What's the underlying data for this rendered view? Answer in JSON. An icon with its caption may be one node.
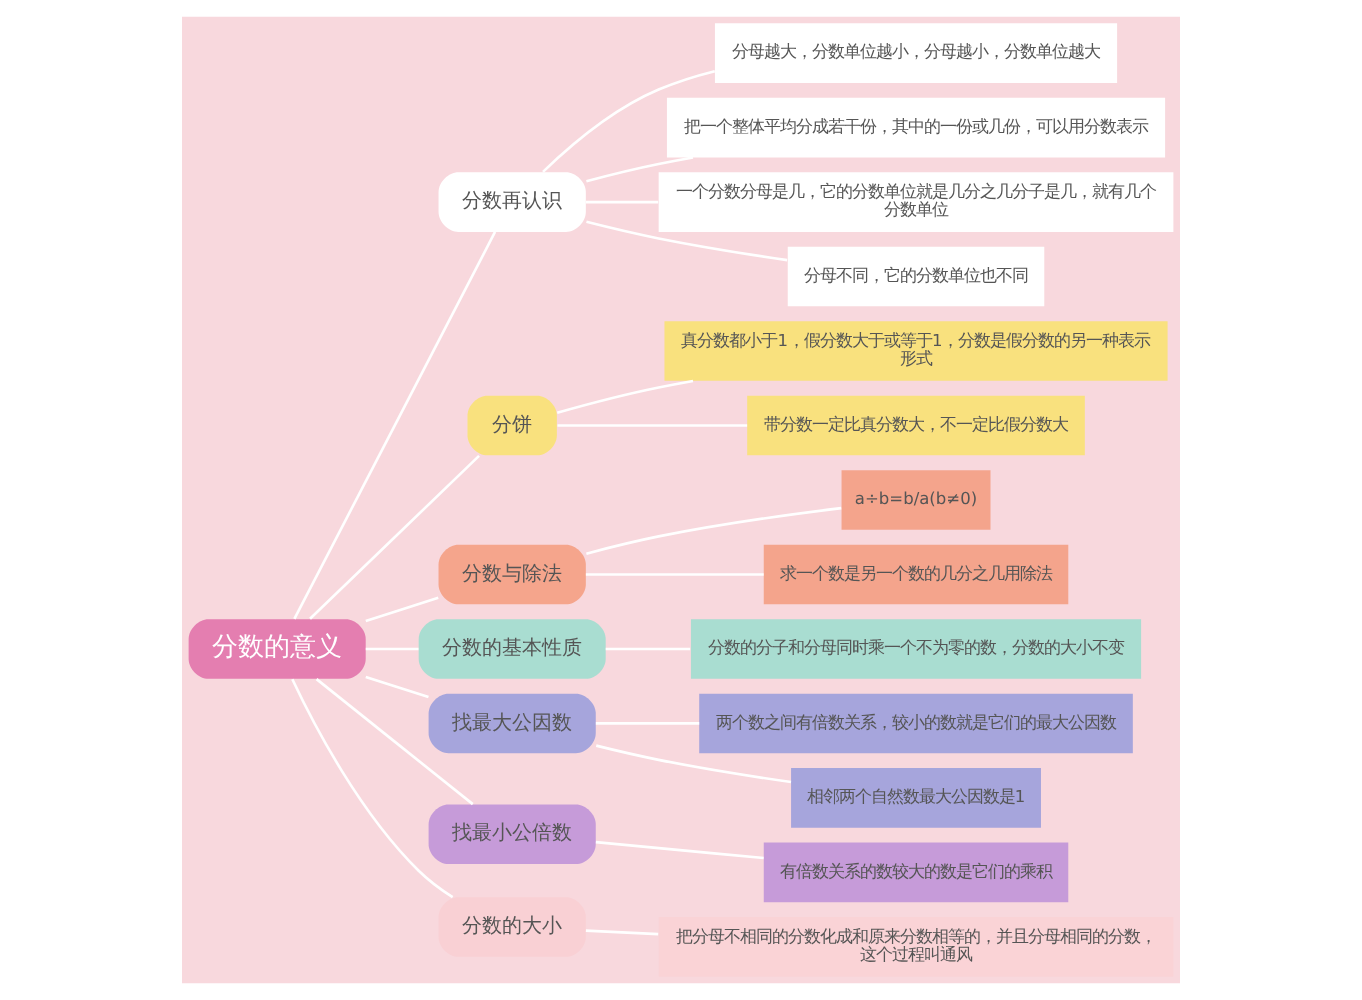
{
  "diagram": {
    "nodes": [
      {
        "text": [
          "分数的意义"
        ]
      },
      {
        "text": [
          "分数再认识"
        ]
      },
      {
        "text": [
          "分母越大，分数单位越小，分母越小，分数单位越大"
        ]
      },
      {
        "text": [
          "把一个整体平均分成若干份，其中的一份或几份，可以用分数表示"
        ]
      },
      {
        "text": [
          "一个分数分母是几，它的分数单位就是几分之几分子是几，就有几个分数单位"
        ]
      },
      {
        "text": [
          "分母不同，它的分数单位也不同"
        ]
      },
      {
        "text": [
          "分饼"
        ]
      },
      {
        "text": [
          "真分数都小于1，假分数大于或等于1，分数是假分数的另一种表示形式"
        ]
      },
      {
        "text": [
          "带分数一定比真分数大，不一定比假分数大"
        ]
      },
      {
        "text": [
          "分数与除法"
        ]
      },
      {
        "text": [
          "a÷b=b/a(b≠0)"
        ]
      },
      {
        "text": [
          "求一个数是另一个数的几分之几用除法"
        ]
      },
      {
        "text": [
          "分数的基本性质"
        ]
      },
      {
        "text": [
          "分数的分子和分母同时乘一个不为零的数，分数的大小不变"
        ]
      },
      {
        "text": [
          "找最大公因数"
        ]
      },
      {
        "text": [
          "两个数之间有倍数关系，较小的数就是它们的最大公因数"
        ]
      },
      {
        "text": [
          "相邻两个自然数最大公因数是1"
        ]
      },
      {
        "text": [
          "找最小公倍数"
        ]
      },
      {
        "text": [
          "有倍数关系的数较大的数是它们的乘积"
        ]
      },
      {
        "text": [
          "分数的大小"
        ]
      },
      {
        "text": [
          "把分母不相同的分数化成和原来分数相等的，并且分母相同的分数，这个过程叫通风"
        ]
      }
    ],
    "edges": [
      {
        "from": 0,
        "to": 1,
        "arrow": "none"
      },
      {
        "from": 1,
        "to": 2,
        "arrow": "none"
      },
      {
        "from": 1,
        "to": 3,
        "arrow": "none"
      },
      {
        "from": 1,
        "to": 4,
        "arrow": "none"
      },
      {
        "from": 1,
        "to": 5,
        "arrow": "none"
      },
      {
        "from": 0,
        "to": 6,
        "arrow": "none"
      },
      {
        "from": 6,
        "to": 7,
        "arrow": "none"
      },
      {
        "from": 6,
        "to": 8,
        "arrow": "none"
      },
      {
        "from": 0,
        "to": 9,
        "arrow": "none"
      },
      {
        "from": 9,
        "to": 10,
        "arrow": "none"
      },
      {
        "from": 9,
        "to": 11,
        "arrow": "none"
      },
      {
        "from": 0,
        "to": 12,
        "arrow": "none"
      },
      {
        "from": 12,
        "to": 13,
        "arrow": "none"
      },
      {
        "from": 0,
        "to": 14,
        "arrow": "none"
      },
      {
        "from": 14,
        "to": 15,
        "arrow": "none"
      },
      {
        "from": 14,
        "to": 16,
        "arrow": "none"
      },
      {
        "from": 0,
        "to": 17,
        "arrow": "none"
      },
      {
        "from": 17,
        "to": 18,
        "arrow": "none"
      },
      {
        "from": 0,
        "to": 19,
        "arrow": "none"
      },
      {
        "from": 19,
        "to": 20,
        "arrow": "none"
      }
    ]
  }
}
